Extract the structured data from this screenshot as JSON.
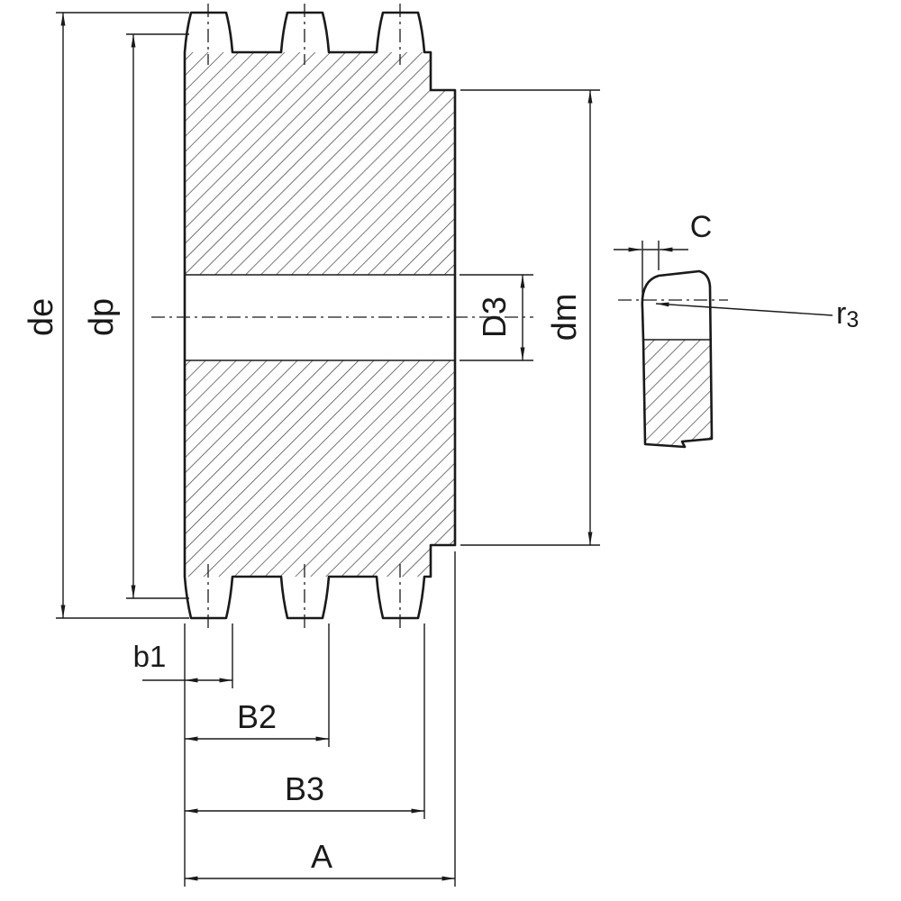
{
  "labels": {
    "de": "de",
    "dp": "dp",
    "D3": "D3",
    "dm": "dm",
    "b1": "b1",
    "B2": "B2",
    "B3": "B3",
    "A": "A",
    "C": "C",
    "r3_base": "r",
    "r3_sub": "3"
  },
  "colors": {
    "line": "#1a1a1a",
    "hatch": "#2e2e2e",
    "background": "#ffffff"
  }
}
